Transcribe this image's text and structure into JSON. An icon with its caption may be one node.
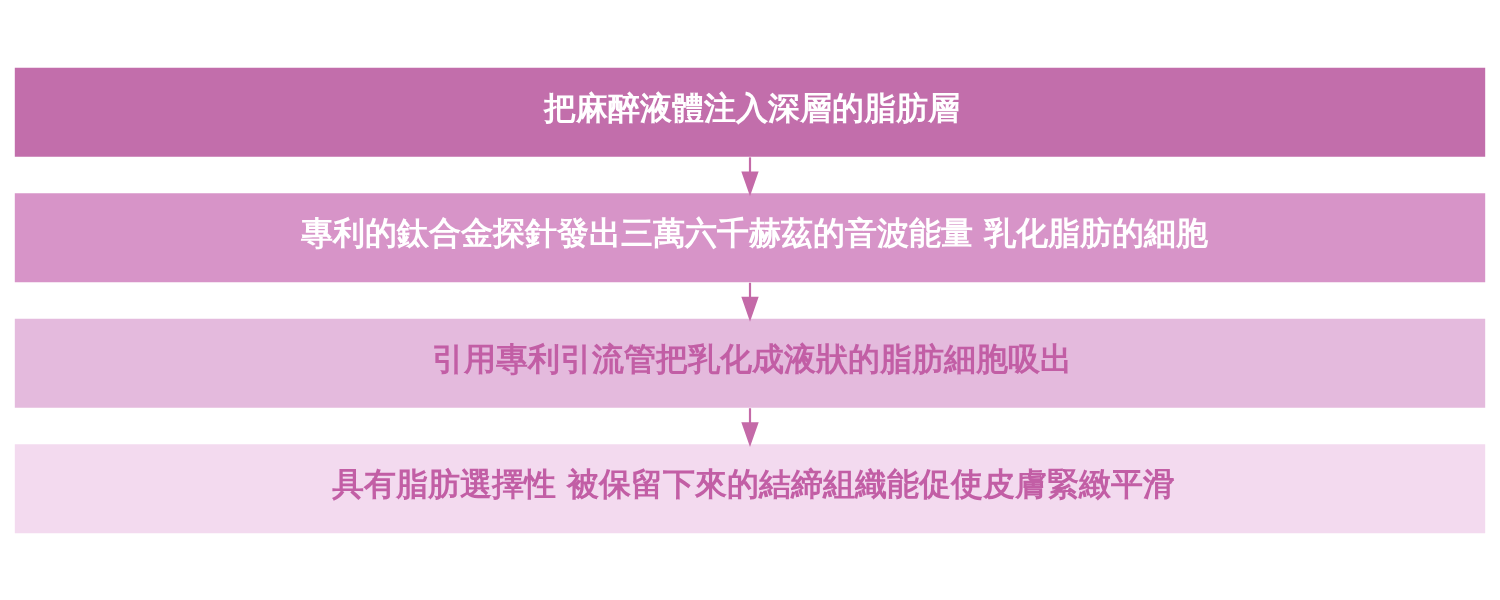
{
  "diagram": {
    "nodes": [
      {
        "text": [
          "把麻醉液體注入深層的脂肪層"
        ]
      },
      {
        "text": [
          "專利的鈦合金探針發出三萬六千赫茲的音波能量 乳化脂肪的細胞"
        ]
      },
      {
        "text": [
          "引用專利引流管把乳化成液狀的脂肪細胞吸出"
        ]
      },
      {
        "text": [
          "具有脂肪選擇性 被保留下來的結締組織能促使皮膚緊緻平滑"
        ]
      }
    ],
    "edges": [
      {
        "from": 0,
        "to": 1,
        "arrow": "to"
      },
      {
        "from": 1,
        "to": 2,
        "arrow": "to"
      },
      {
        "from": 2,
        "to": 3,
        "arrow": "to"
      }
    ]
  }
}
